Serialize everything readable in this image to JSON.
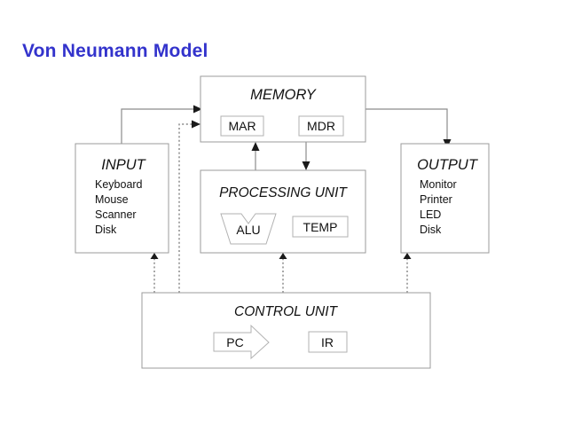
{
  "slide": {
    "title": "Von Neumann Model",
    "title_color": "#3333cc",
    "background": "#ffffff"
  },
  "blocks": {
    "memory": {
      "label": "MEMORY",
      "registers": [
        {
          "label": "MAR"
        },
        {
          "label": "MDR"
        }
      ]
    },
    "input": {
      "label": "INPUT",
      "items": [
        "Keyboard",
        "Mouse",
        "Scanner",
        "Disk"
      ]
    },
    "output": {
      "label": "OUTPUT",
      "items": [
        "Monitor",
        "Printer",
        "LED",
        "Disk"
      ]
    },
    "processing_unit": {
      "label": "PROCESSING UNIT",
      "alu": {
        "label": "ALU"
      },
      "temp": {
        "label": "TEMP"
      }
    },
    "control_unit": {
      "label": "CONTROL UNIT",
      "pc": {
        "label": "PC"
      },
      "ir": {
        "label": "IR"
      }
    }
  },
  "connections": {
    "data_line_color": "#8c8c8c",
    "control_line_color": "#6e6e6e",
    "items": [
      {
        "name": "input-to-memory",
        "style": "solid",
        "from": "input",
        "to": "memory"
      },
      {
        "name": "memory-to-output",
        "style": "solid",
        "from": "memory",
        "to": "output"
      },
      {
        "name": "processing-unit-to-memory",
        "style": "solid",
        "from": "processing-unit",
        "to": "memory"
      },
      {
        "name": "memory-to-processing-unit",
        "style": "solid",
        "from": "memory",
        "to": "processing-unit"
      },
      {
        "name": "control-unit-to-memory",
        "style": "dotted",
        "from": "control-unit",
        "to": "memory"
      },
      {
        "name": "control-unit-to-input",
        "style": "dotted",
        "from": "control-unit",
        "to": "input"
      },
      {
        "name": "control-unit-to-processing-unit",
        "style": "dotted",
        "from": "control-unit",
        "to": "processing-unit"
      },
      {
        "name": "control-unit-to-output",
        "style": "dotted",
        "from": "control-unit",
        "to": "output"
      }
    ]
  }
}
